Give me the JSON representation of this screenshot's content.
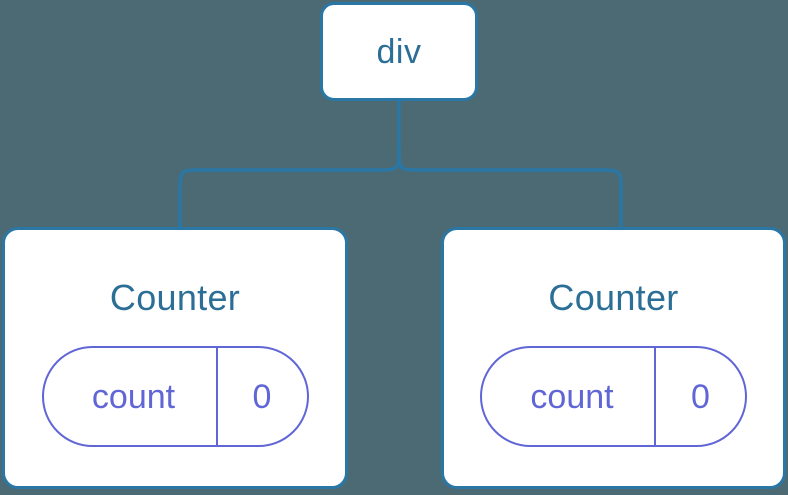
{
  "diagram": {
    "type": "component-tree",
    "background_color": "#4c6a74",
    "node_border_color": "#2a77a5",
    "node_title_color": "#2b6e96",
    "state_color": "#6166d6",
    "connector_color": "#2a77a5",
    "root": {
      "label": "div"
    },
    "children": [
      {
        "label": "Counter",
        "state": {
          "key": "count",
          "value": "0"
        }
      },
      {
        "label": "Counter",
        "state": {
          "key": "count",
          "value": "0"
        }
      }
    ]
  }
}
